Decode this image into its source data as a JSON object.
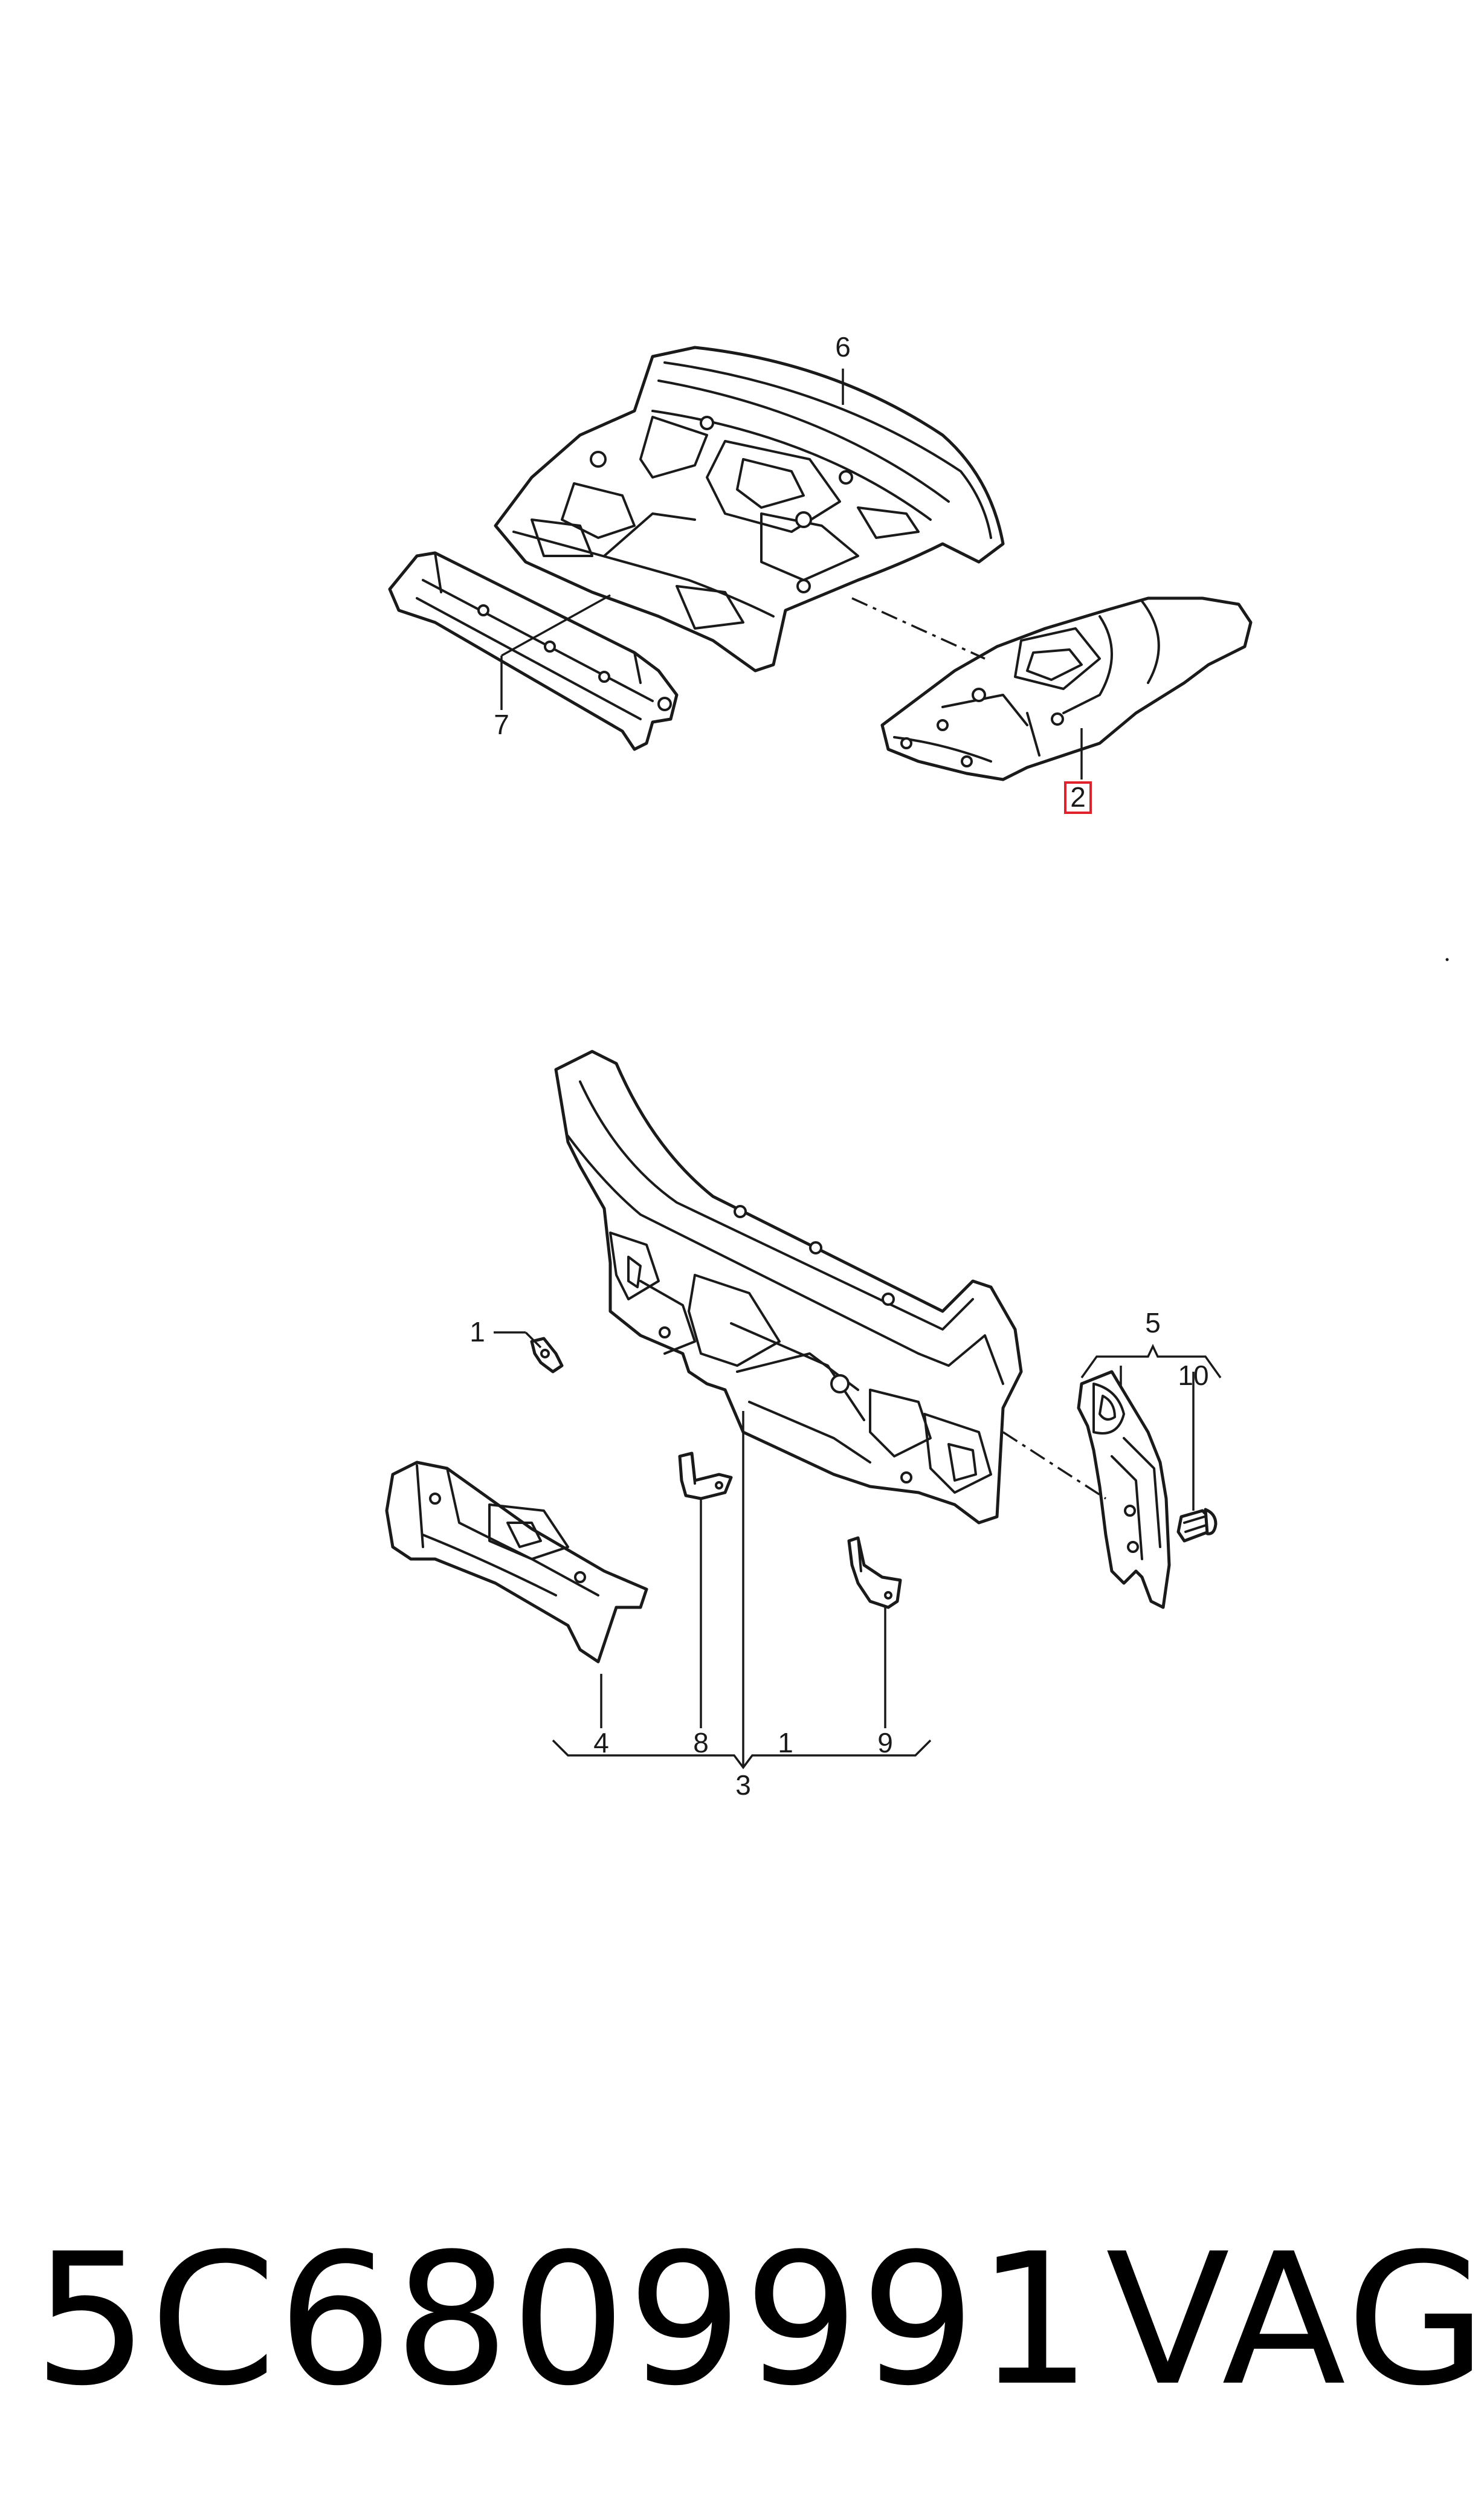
{
  "diagram": {
    "callouts": {
      "c1a": "1",
      "c1b": "1",
      "c2": "2",
      "c3": "3",
      "c4": "4",
      "c5": "5",
      "c6": "6",
      "c7": "7",
      "c8": "8",
      "c9": "9",
      "c10": "10"
    },
    "highlighted_callout": "2",
    "highlight_color": "#e0202a"
  },
  "footer": {
    "part_number": "5C6809991",
    "brand": "VAG"
  }
}
